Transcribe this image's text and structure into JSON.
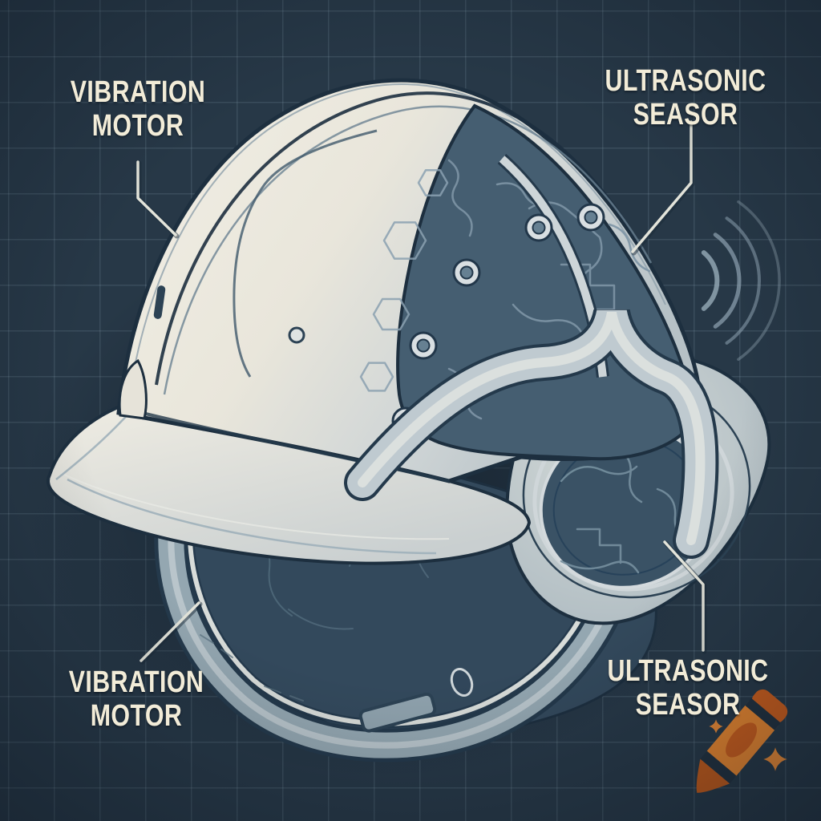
{
  "canvas": {
    "background_color": "#273847",
    "grid_color": "#5a7490",
    "style": "blueprint"
  },
  "labels": {
    "top_left": {
      "line1": "VIBRATION",
      "line2": "MOTOR"
    },
    "top_right": {
      "line1": "ULTRASONIC",
      "line2": "SEASOR"
    },
    "bottom_left": {
      "line1": "VIBRATION",
      "line2": "MOTOR"
    },
    "bottom_right": {
      "line1": "ULTRASONIC",
      "line2": "SEASOR"
    }
  },
  "label_color": "#f2ecd8",
  "illustration": {
    "shell_color": "#e9e6db",
    "panel_color": "#455e71",
    "outline_color": "#1d2f3f",
    "trim_color": "#bfc9cf",
    "rivet_count": 5,
    "sound_wave_arcs": 4
  },
  "watermark": {
    "icon": "crayon-icon",
    "primary_color": "#e8862f",
    "secondary_color": "#cc5e1c",
    "stripe_color": "#22313f",
    "sparkle_color": "#ea8a36"
  }
}
